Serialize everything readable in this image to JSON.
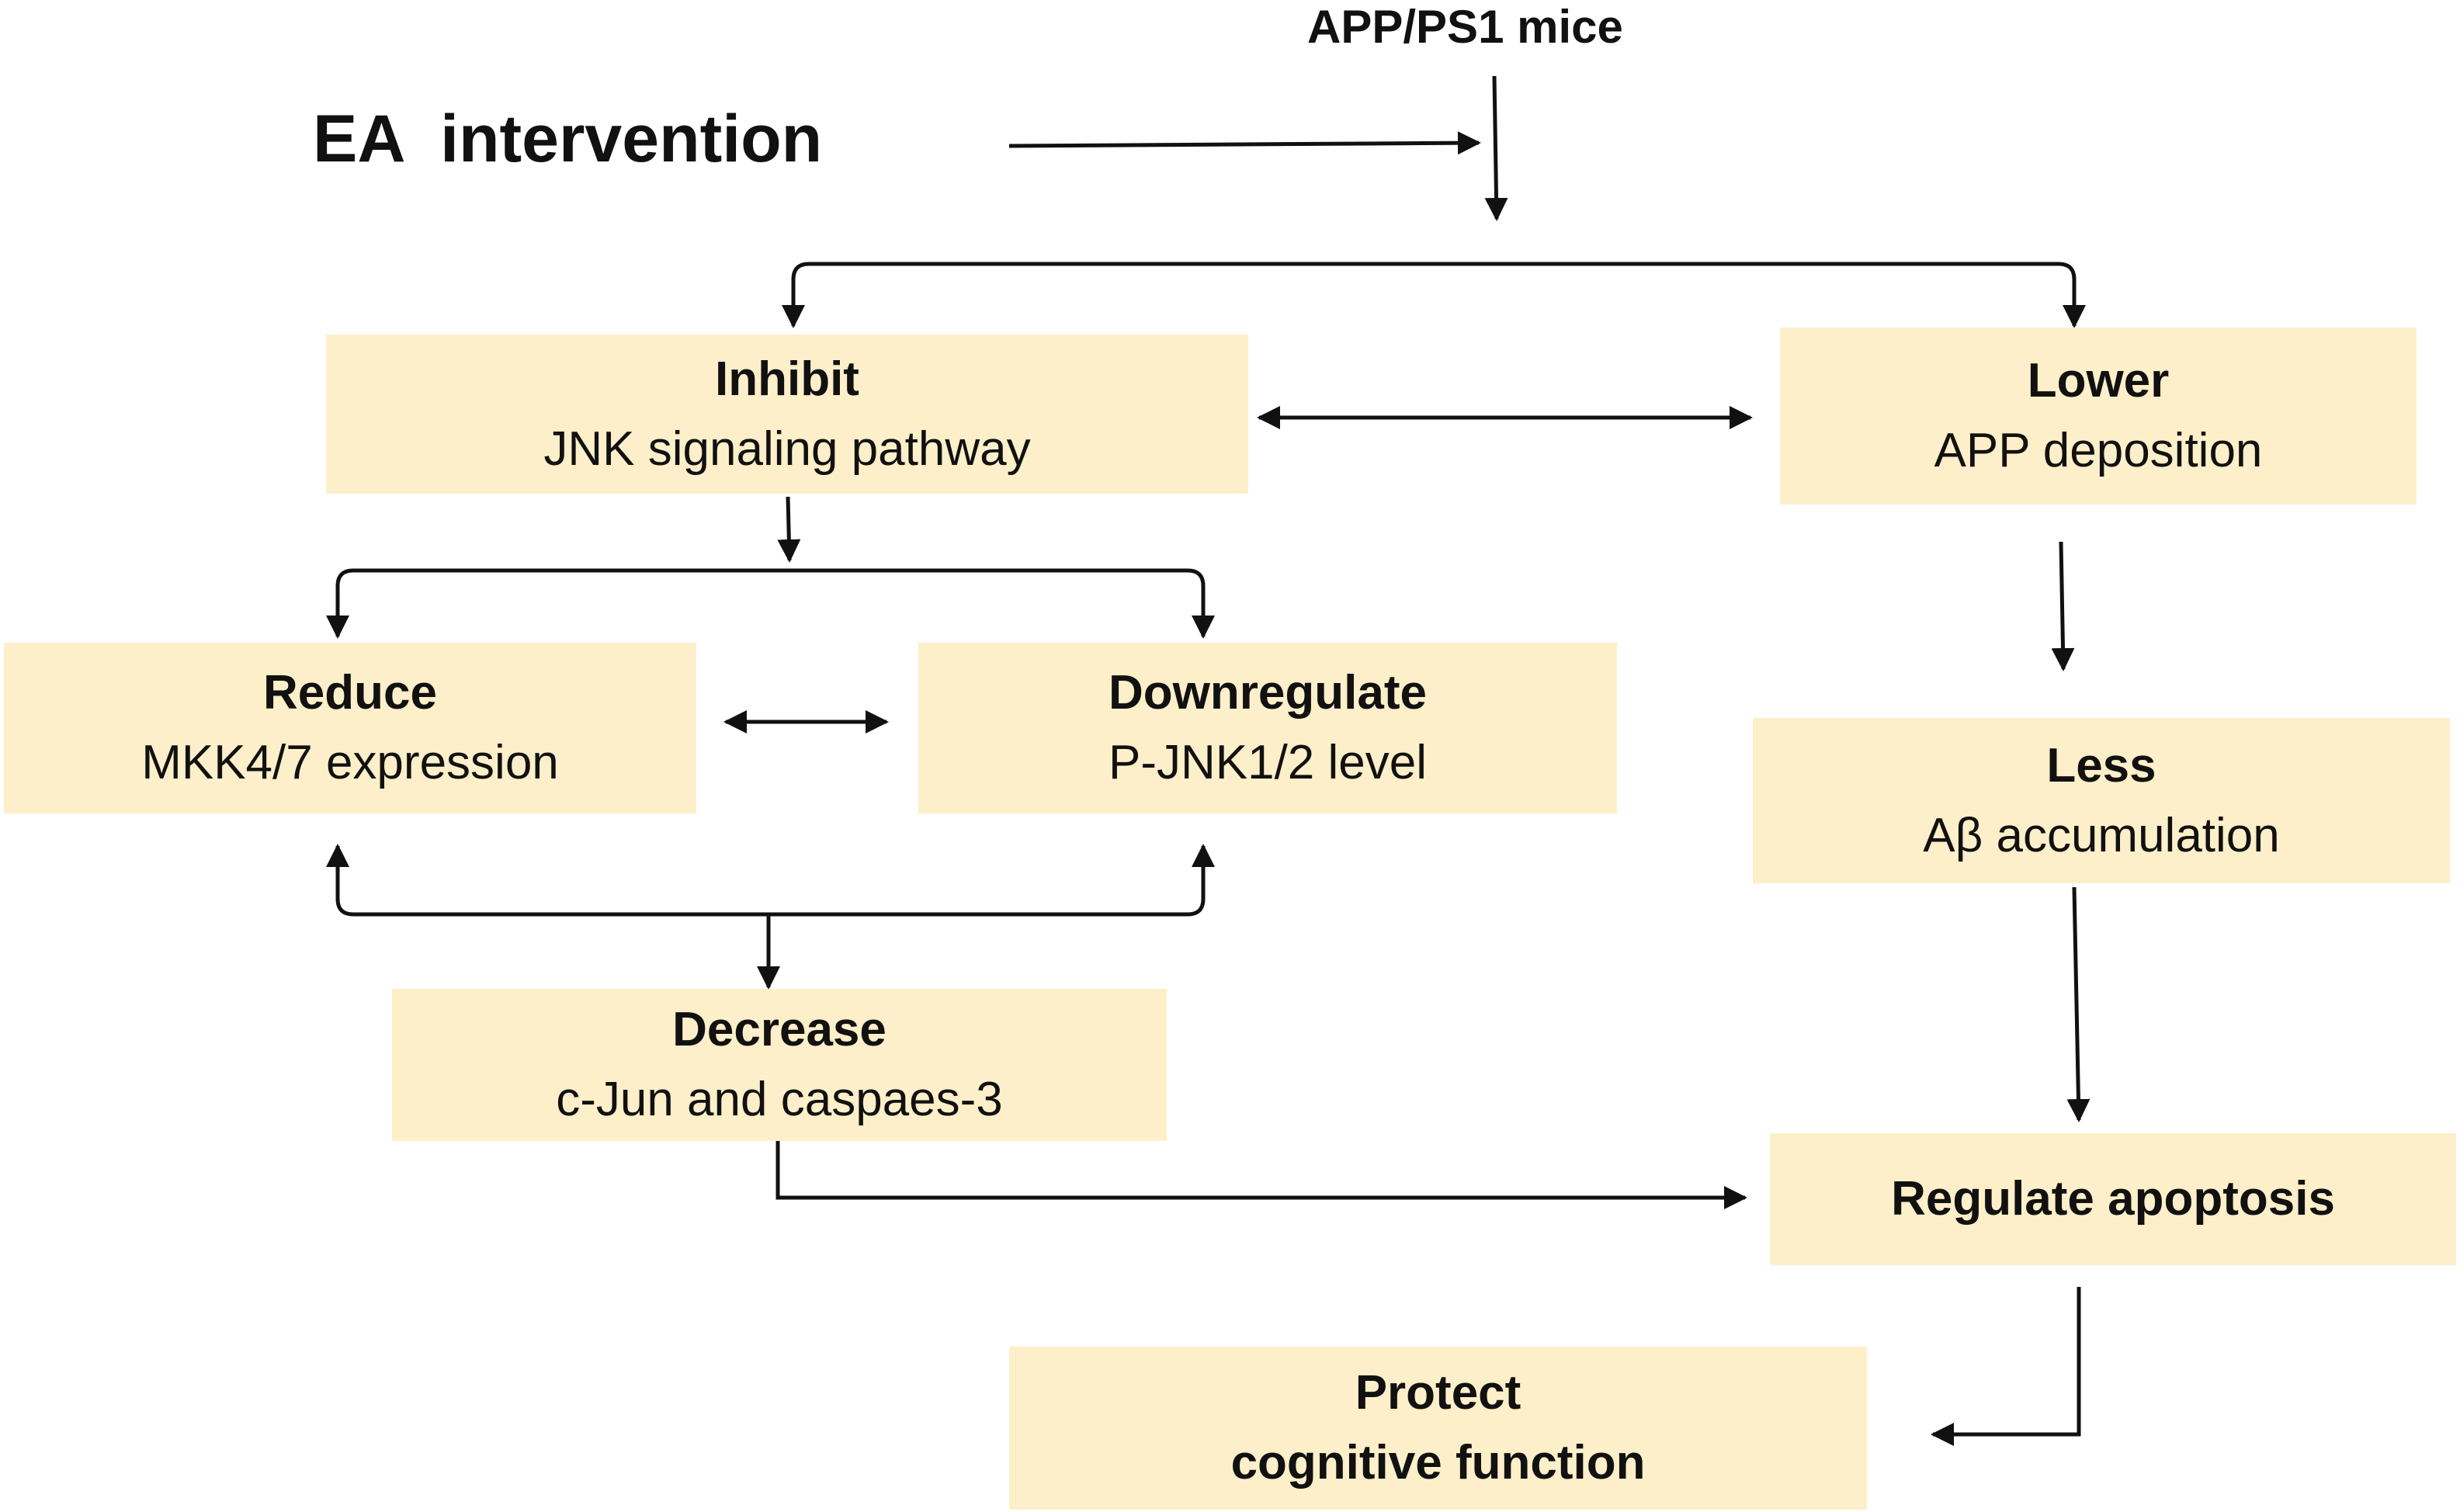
{
  "header": {
    "source": "APP/PS1 mice",
    "intervention": "EA  intervention"
  },
  "boxes": {
    "inhibit": {
      "title": "Inhibit",
      "body": "JNK signaling pathway"
    },
    "lower": {
      "title": "Lower",
      "body": "APP deposition"
    },
    "reduce": {
      "title": "Reduce",
      "body": "MKK4/7 expression"
    },
    "downregulate": {
      "title": "Downregulate",
      "body": "P-JNK1/2 level"
    },
    "less": {
      "title": "Less",
      "body": "Aβ accumulation"
    },
    "decrease": {
      "title": "Decrease",
      "body": "c-Jun and caspaes-3"
    },
    "regulate": {
      "title": "Regulate apoptosis"
    },
    "protect": {
      "title": "Protect",
      "body": "cognitive function"
    }
  },
  "colors": {
    "box_fill": "#fdefc9",
    "line": "#111111"
  }
}
